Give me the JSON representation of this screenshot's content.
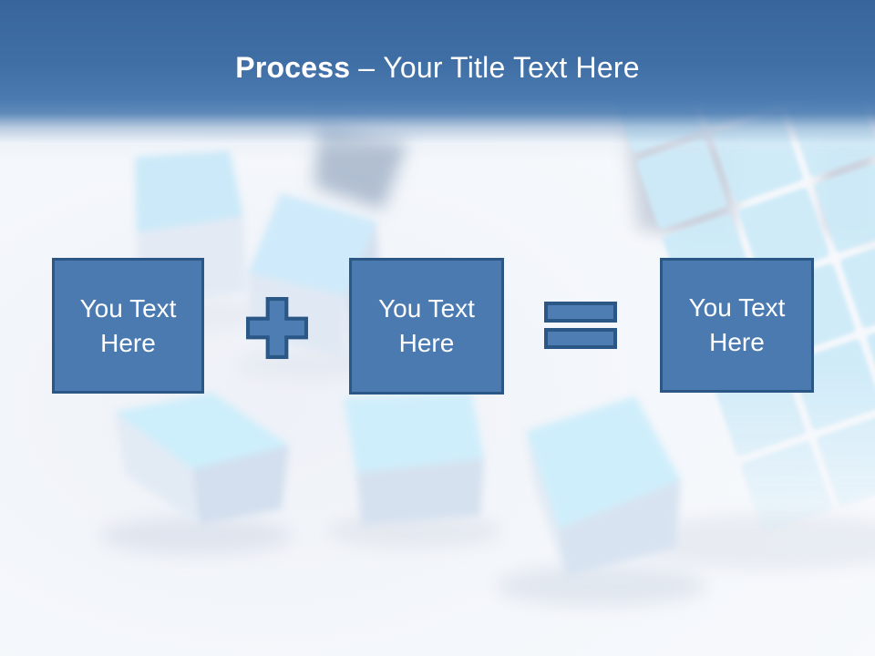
{
  "slide": {
    "title": {
      "bold": "Process",
      "separator": "–",
      "regular": "Your Title Text Here"
    },
    "equation": {
      "boxes": [
        {
          "label": "You Text Here"
        },
        {
          "label": "You Text Here"
        },
        {
          "label": "You Text Here"
        }
      ],
      "operators": [
        {
          "name": "plus",
          "symbol": "+"
        },
        {
          "name": "equals",
          "symbol": "="
        }
      ]
    },
    "colors": {
      "header_top": "#38669c",
      "header_bottom": "#4a7ab0",
      "box_fill": "#4b7ab1",
      "box_border": "#2b5787",
      "box_text": "#ffffff",
      "cube_face": "#cdeaf8",
      "cube_side": "#dce6f2",
      "background": "#f4f7fb"
    }
  }
}
